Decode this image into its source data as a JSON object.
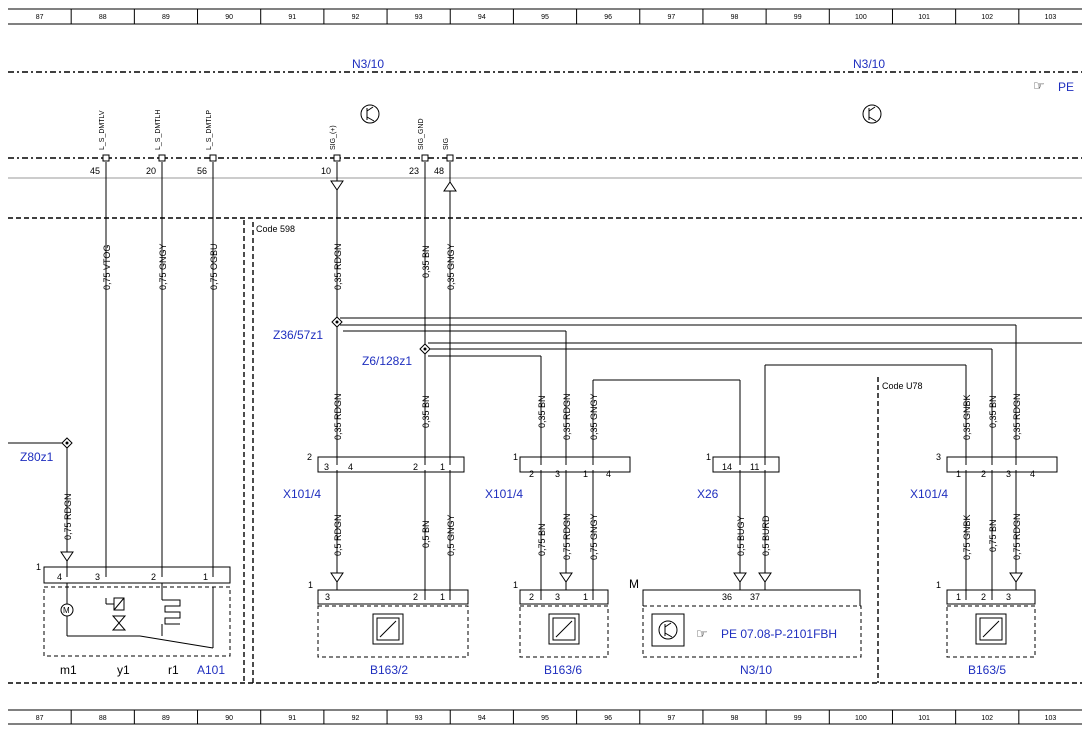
{
  "ruler": {
    "top": [
      "87",
      "88",
      "89",
      "90",
      "91",
      "92",
      "93",
      "94",
      "95",
      "96",
      "97",
      "98",
      "99",
      "100",
      "101",
      "102",
      "103"
    ],
    "bottom": [
      "87",
      "88",
      "89",
      "90",
      "91",
      "92",
      "93",
      "94",
      "95",
      "96",
      "97",
      "98",
      "99",
      "100",
      "101",
      "102",
      "103"
    ]
  },
  "header": {
    "n310_left": "N3/10",
    "n310_right": "N3/10",
    "pe_ref": "PE"
  },
  "bus": {
    "signals": [
      "L_S_DMTLV",
      "L_S_DMTLH",
      "L_S_DMTLP",
      "SIG_(+)",
      "SIG_GND",
      "SIG"
    ],
    "pins": [
      "45",
      "20",
      "56",
      "10",
      "23",
      "48"
    ]
  },
  "codes": {
    "code598": "Code 598",
    "codeU78": "Code U78"
  },
  "splices": {
    "z36": "Z36/57z1",
    "z6": "Z6/128z1",
    "z80": "Z80z1"
  },
  "wires_upper": {
    "vtog": "0,75 VTOG",
    "gngy": "0,75 GNGY",
    "ogbu": "0,75 OGBU",
    "rdgn1": "0,35 RDGN",
    "bn1": "0,35 BN",
    "gngy1": "0,35 GNGY",
    "rdgn2": "0,35 RDGN",
    "bn2": "0,35 BN",
    "bn3": "0,35 BN",
    "rdgn3": "0,35 RDGN",
    "gngy3": "0,35 GNGY",
    "gnbk4": "0,35 GNBK",
    "bn4": "0,35 BN",
    "rdgn4": "0,35 RDGN",
    "z80rdgn": "0,75 RDGN"
  },
  "wires_lower": {
    "rdgn_a": "0,5 RDGN",
    "bn_a": "0,5 BN",
    "gngy_a": "0,5 GNGY",
    "bn_b": "0,75 BN",
    "rdgn_b": "0,75 RDGN",
    "gngy_b": "0,75 GNGY",
    "bugy": "0,5 BUGY",
    "burd": "0,5 BURD",
    "gnbk_c": "0,75 GNBK",
    "bn_c": "0,75 BN",
    "rdgn_c": "0,75 RDGN"
  },
  "connectors": {
    "x101_4_a": "X101/4",
    "x101_4_b": "X101/4",
    "x26": "X26",
    "x101_4_c": "X101/4"
  },
  "components": {
    "a101": "A101",
    "m1": "m1",
    "y1": "y1",
    "r1": "r1",
    "b163_2": "B163/2",
    "b163_6": "B163/6",
    "n3_10": "N3/10",
    "b163_5": "B163/5",
    "pe_ref_long": "PE 07.08-P-2101FBH",
    "m_label": "M"
  }
}
